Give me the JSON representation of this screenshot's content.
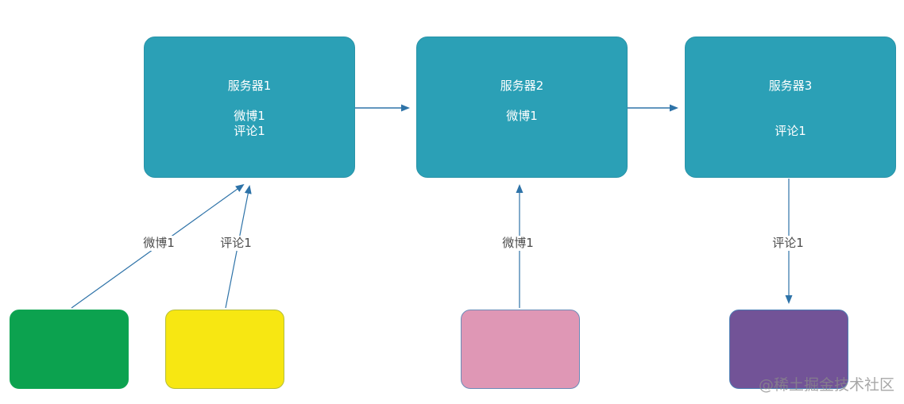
{
  "diagram": {
    "title": "server-replication-flow",
    "servers": [
      {
        "id": "server-1",
        "lines": [
          "服务器1",
          "",
          "微博1",
          "评论1"
        ]
      },
      {
        "id": "server-2",
        "lines": [
          "服务器2",
          "",
          "微博1"
        ]
      },
      {
        "id": "server-3",
        "lines": [
          "服务器3",
          "",
          "",
          "评论1"
        ]
      }
    ],
    "clients": [
      {
        "id": "green-node",
        "color": "#0CA24F"
      },
      {
        "id": "yellow-node",
        "color": "#F7E712"
      },
      {
        "id": "pink-node",
        "color": "#DF97B5"
      },
      {
        "id": "purple-node",
        "color": "#725397"
      }
    ],
    "edges": [
      {
        "from": "server-1",
        "to": "server-2",
        "label": ""
      },
      {
        "from": "server-2",
        "to": "server-3",
        "label": ""
      },
      {
        "from": "green-node",
        "to": "server-1",
        "label": "微博1"
      },
      {
        "from": "yellow-node",
        "to": "server-1",
        "label": "评论1"
      },
      {
        "from": "pink-node",
        "to": "server-2",
        "label": "微博1"
      },
      {
        "from": "server-3",
        "to": "purple-node",
        "label": "评论1"
      }
    ],
    "edge_labels": [
      "微博1",
      "评论1",
      "微博1",
      "评论1"
    ],
    "colors": {
      "server_fill": "#2BA0B6",
      "server_text": "#ffffff",
      "edge_stroke": "#2E73A8",
      "label_text": "#4c4c4c"
    }
  },
  "watermark": "@稀土掘金技术社区"
}
